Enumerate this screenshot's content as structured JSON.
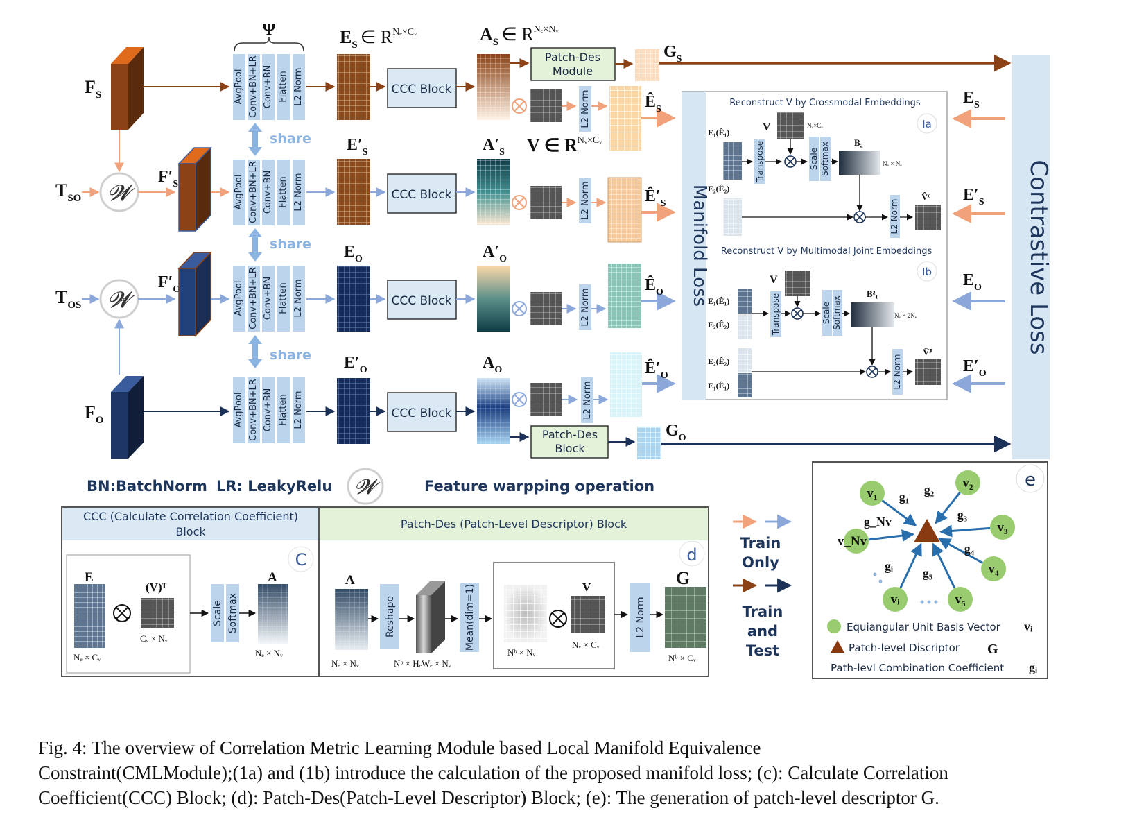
{
  "branches": [
    {
      "feat": "F",
      "sub": "S",
      "prime": false,
      "emb": "E",
      "embSub": "S",
      "embPrime": false,
      "attn": "A",
      "attnSub": "S",
      "attnPrime": false,
      "out": "Ê",
      "outSub": "S",
      "outPrime": false
    },
    {
      "feat": "F",
      "sub": "S",
      "prime": true,
      "emb": "E",
      "embSub": "S",
      "embPrime": true,
      "attn": "A",
      "attnSub": "S",
      "attnPrime": true,
      "out": "Ê",
      "outSub": "S",
      "outPrime": true
    },
    {
      "feat": "F",
      "sub": "O",
      "prime": true,
      "emb": "E",
      "embSub": "O",
      "embPrime": false,
      "attn": "A",
      "attnSub": "O",
      "attnPrime": true,
      "out": "Ê",
      "outSub": "O",
      "outPrime": false
    },
    {
      "feat": "F",
      "sub": "O",
      "prime": false,
      "emb": "E",
      "embSub": "O",
      "embPrime": true,
      "attn": "A",
      "attnSub": "O",
      "attnPrime": false,
      "out": "Ê",
      "outSub": "O",
      "outPrime": true
    }
  ],
  "inputs": {
    "tso": "T",
    "tsoSub": "SO",
    "tos": "T",
    "tosSub": "OS",
    "warp": "𝓦"
  },
  "encoder": {
    "psi": "Ψ",
    "layers": [
      "AvgPool",
      "Conv+BN+LR",
      "Conv+BN",
      "Flatten",
      "L2 Norm"
    ],
    "share": "share"
  },
  "labels": {
    "es_eq": "E",
    "es_eq_sub": "S",
    "es_eq_in": "∈ R",
    "es_eq_sup": "Nₑ×Cᵥ",
    "as_eq": "A",
    "as_eq_sub": "S",
    "as_eq_in": "∈ R",
    "as_eq_sup": "Nₑ×Nᵥ",
    "v_eq": "V ∈ R",
    "v_eq_sup": "Nᵥ×Cᵥ",
    "ccc": "CCC Block",
    "patch_des_module": [
      "Patch-Des",
      "Module"
    ],
    "patch_des_block": [
      "Patch-Des",
      "Block"
    ],
    "l2norm": "L2 Norm",
    "gs": "G",
    "gs_sub": "S",
    "go": "G",
    "go_sub": "O",
    "otimes": "⊗"
  },
  "manifold": {
    "title": "Manifold Loss",
    "a_title": "Reconstruct V by Crossmodal Embeddings",
    "a_tag": "Ia",
    "b_title": "Reconstruct V  by Multimodal Joint Embeddings",
    "b_tag": "Ib",
    "e1": "E₁(Ê₁)",
    "e2": "E₂(Ê₂)",
    "v": "V",
    "vdim": "Nᵥ×Cᵥ",
    "transpose": "Transpose",
    "scale": "Scale",
    "softmax": "Softmax",
    "b2": "B₂",
    "b2dim": "Nᵥ × Nₑ",
    "b1": "B²₁",
    "b1dim": "Nᵥ × 2Nₑ",
    "vc": "V̂ᶜ",
    "vj": "V̂ᴶ",
    "l2": "L2 Norm"
  },
  "contrastive": {
    "title": "Contrastive Loss",
    "inputs": [
      "E",
      "E′",
      "E",
      "E′"
    ],
    "subs": [
      "S",
      "S",
      "O",
      "O"
    ]
  },
  "legend": {
    "bn": "BN:BatchNorm",
    "lr": "LR: LeakyRelu",
    "warp_text": "Feature warpping operation",
    "train_only": [
      "Train",
      "Only"
    ],
    "train_test": [
      "Train",
      "and",
      "Test"
    ]
  },
  "panel_c": {
    "header": [
      "CCC (Calculate Correlation Coefficient)",
      "Block"
    ],
    "tag": "C",
    "e": "E",
    "edim": "Nₑ × Cᵥ",
    "vt": "(V)ᵀ",
    "vtdim": "Cᵥ × Nᵥ",
    "scale": "Scale",
    "softmax": "Softmax",
    "a": "A",
    "adim": "Nₑ × Nᵥ"
  },
  "panel_d": {
    "header": "Patch-Des (Patch-Level Descriptor) Block",
    "tag": "d",
    "a": "A",
    "adim": "Nₑ × Nᵥ",
    "reshape": "Reshape",
    "tensordim": "Nᵇ × HₑWₑ × Nᵥ",
    "mean": "Mean(dim=1)",
    "nbnv": "Nᵇ × Nᵥ",
    "v": "V",
    "vdim": "Nᵥ × Cᵥ",
    "l2": "L2 Norm",
    "g": "G",
    "gdim": "Nᵇ × Cᵥ"
  },
  "panel_e": {
    "tag": "e",
    "nodes": [
      "v₁",
      "v₂",
      "v₃",
      "v₄",
      "v₅",
      "vᵢ",
      "v_Nv"
    ],
    "coeffs": [
      "g₁",
      "g₂",
      "g₃",
      "g₄",
      "g₅",
      "gᵢ",
      "g_Nv"
    ],
    "legend": [
      "Equiangular Unit Basis Vector",
      "Patch-level Discriptor",
      "Path-levl Combination Coefficient"
    ],
    "legend_sym": [
      "vᵢ",
      "G",
      "gᵢ"
    ]
  },
  "caption": [
    "Fig. 4: The overview of Correlation Metric Learning Module based Local Manifold Equivalence",
    "Constraint(CMLModule);(1a) and (1b) introduce the calculation of the proposed manifold loss; (c): Calculate Correlation",
    "Coefficient(CCC) Block; (d): Patch-Des(Patch-Level Descriptor) Block; (e): The generation of patch-level descriptor G."
  ],
  "colors": {
    "brown": "#8a4216",
    "orange": "#e06a1c",
    "navy": "#1b3158",
    "blue": "#3a5b9c",
    "light_blue": "#bcd4ec",
    "pale_blue": "#dbe9f5",
    "pale_green": "#e5f2da",
    "peach": "#f2b28a",
    "light_arrow": "#8ca8db",
    "green_node": "#98cc6e",
    "triangle": "#8a3a10",
    "edge": "#2a6fad"
  }
}
